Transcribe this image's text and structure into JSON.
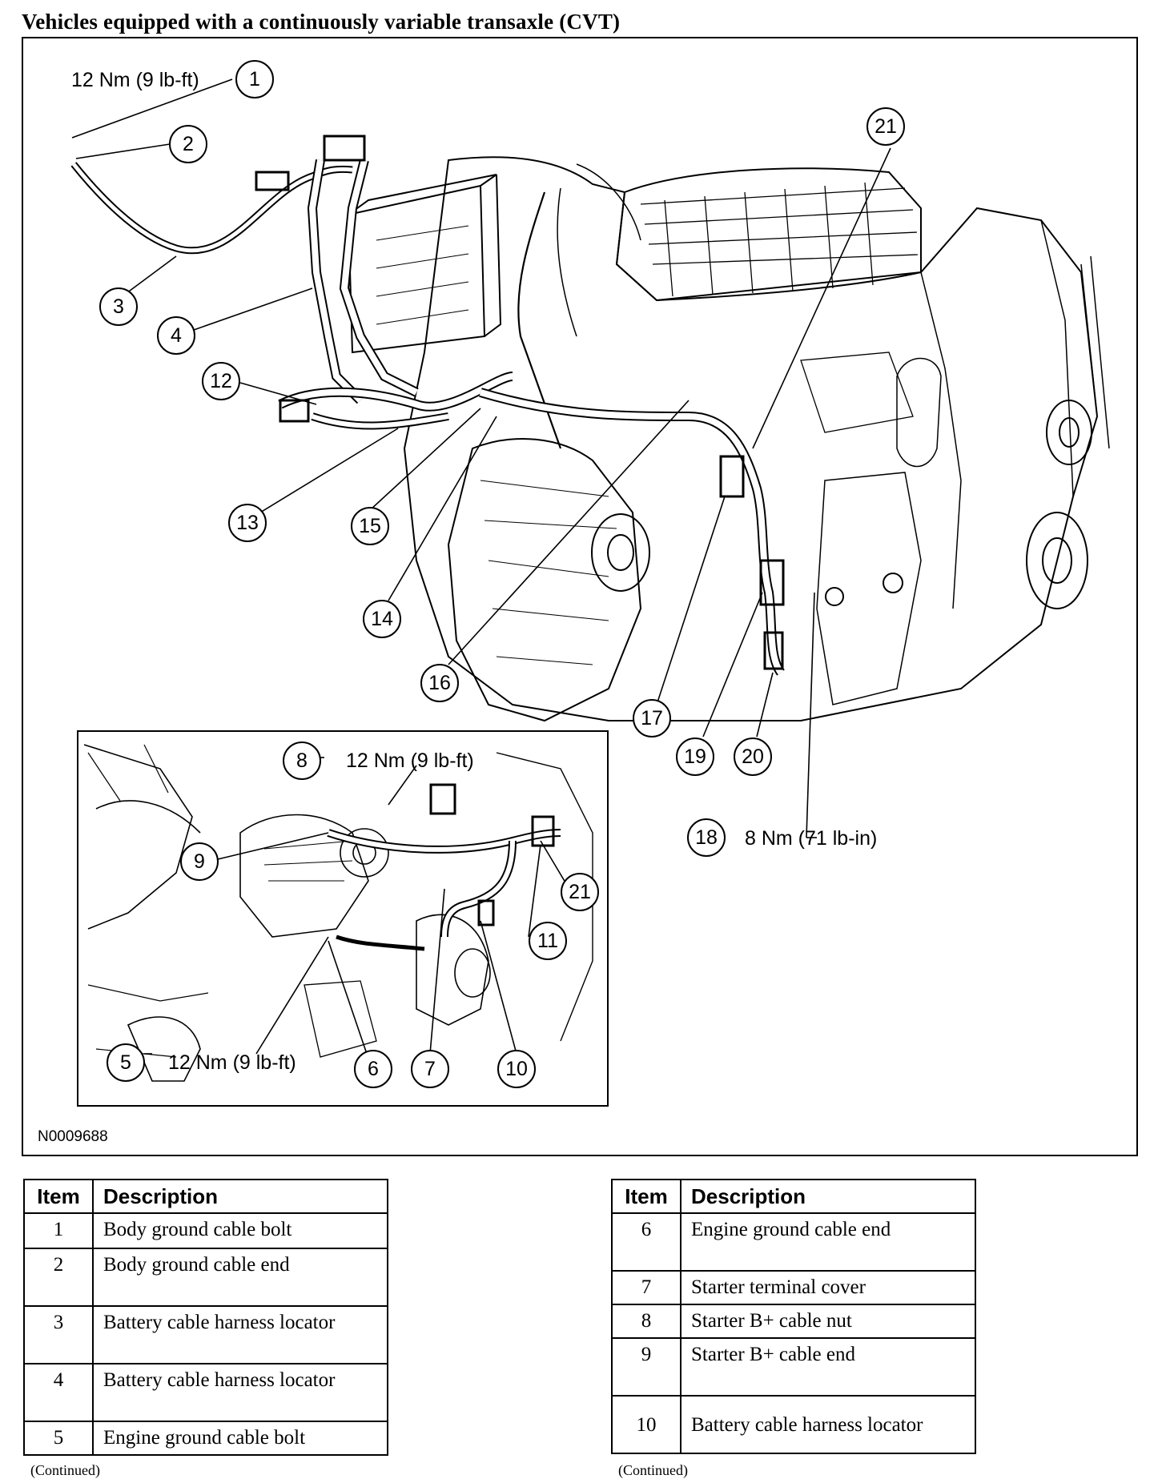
{
  "heading": "Vehicles equipped with a continuously variable transaxle (CVT)",
  "figure_id": "N0009688",
  "torque_callouts": {
    "c1": "12 Nm (9 lb-ft)",
    "c8": "12 Nm (9 lb-ft)",
    "c5": "12 Nm (9 lb-ft)",
    "c18": "8 Nm (71 lb-in)"
  },
  "callouts": [
    "1",
    "2",
    "3",
    "4",
    "5",
    "6",
    "7",
    "8",
    "9",
    "10",
    "11",
    "12",
    "13",
    "14",
    "15",
    "16",
    "17",
    "18",
    "19",
    "20",
    "21"
  ],
  "table_headers": {
    "item": "Item",
    "description": "Description"
  },
  "table_left": [
    {
      "item": "1",
      "description": "Body ground cable bolt"
    },
    {
      "item": "2",
      "description": "Body ground cable end"
    },
    {
      "item": "3",
      "description": "Battery cable harness locator"
    },
    {
      "item": "4",
      "description": "Battery cable harness locator"
    },
    {
      "item": "5",
      "description": "Engine ground cable bolt"
    }
  ],
  "table_right": [
    {
      "item": "6",
      "description": "Engine ground cable end"
    },
    {
      "item": "7",
      "description": "Starter terminal cover"
    },
    {
      "item": "8",
      "description": "Starter B+ cable nut"
    },
    {
      "item": "9",
      "description": "Starter B+ cable end"
    },
    {
      "item": "10",
      "description": "Battery cable harness locator"
    }
  ],
  "continued": "(Continued)"
}
